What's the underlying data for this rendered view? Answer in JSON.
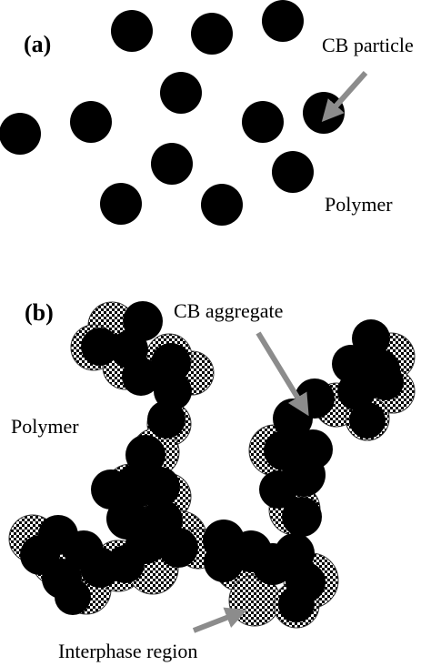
{
  "panel_a": {
    "label": "(a)",
    "particle_label": "CB particle",
    "matrix_label": "Polymer"
  },
  "panel_b": {
    "label": "(b)",
    "aggregate_label": "CB aggregate",
    "matrix_label": "Polymer",
    "interphase_label": "Interphase region"
  },
  "colors": {
    "particle": "#000000",
    "arrow": "#8c8c8c",
    "interphase_pattern": "checkerboard black/white",
    "background": "#ffffff"
  }
}
